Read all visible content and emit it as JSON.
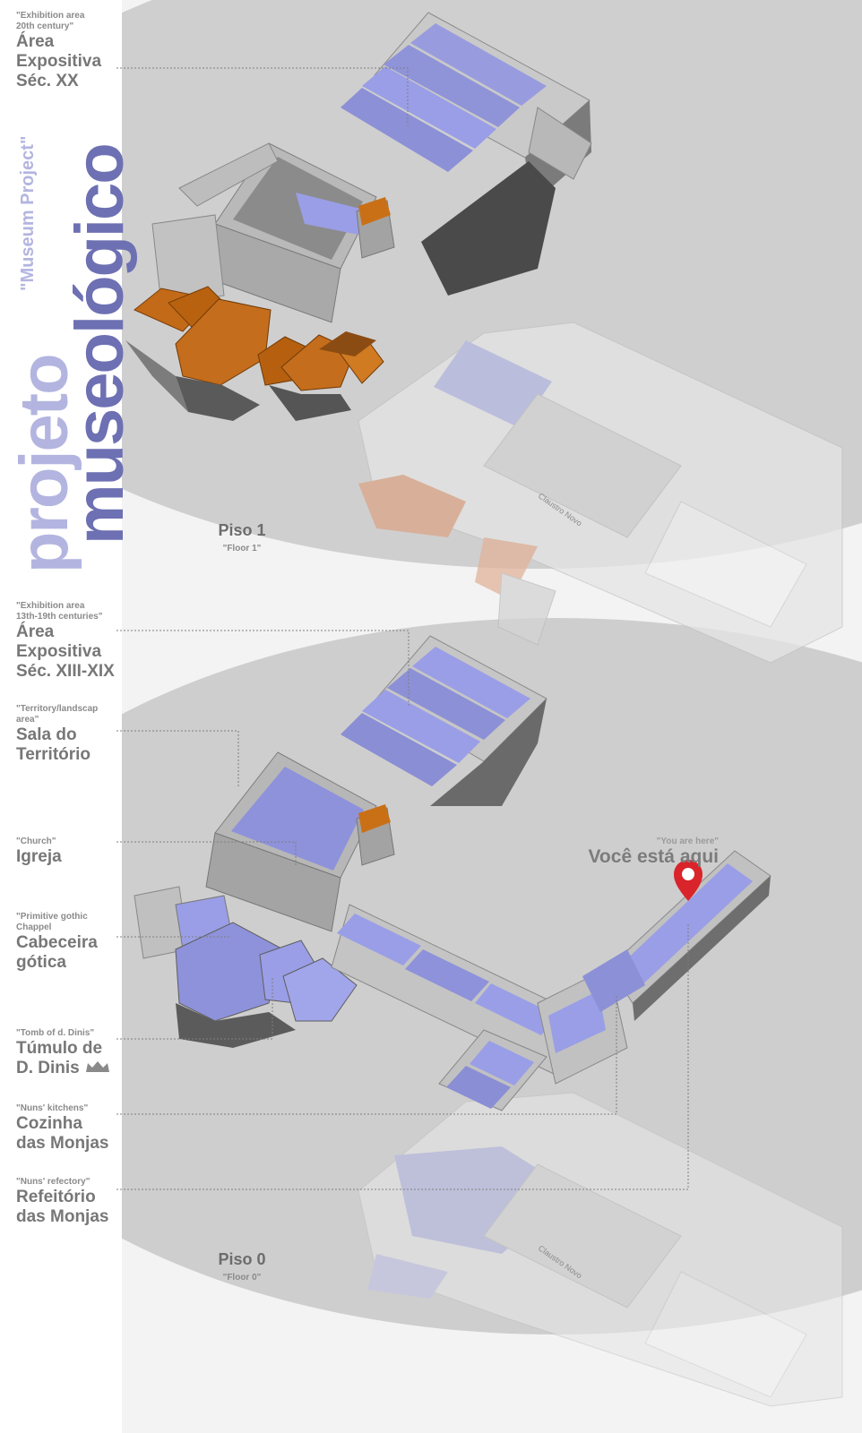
{
  "title": {
    "line1": "projeto",
    "line2": "museológico",
    "translation": "\"Museum Project\""
  },
  "labels": [
    {
      "id": "exhibition-20th",
      "en": "\"Exhibition area\n20th century\"",
      "pt": "Área\nExpositiva\nSéc. XX"
    },
    {
      "id": "exhibition-13-19",
      "en": "\"Exhibition area\n13th-19th centuries\"",
      "pt": "Área\nExpositiva\nSéc. XIII-XIX"
    },
    {
      "id": "territory",
      "en": "\"Territory/landscap\narea\"",
      "pt": "Sala do\nTerritório"
    },
    {
      "id": "church",
      "en": "\"Church\"",
      "pt": "Igreja"
    },
    {
      "id": "gothic-chapel",
      "en": "\"Primitive gothic\nChappel",
      "pt": "Cabeceira\ngótica"
    },
    {
      "id": "tomb",
      "en": "\"Tomb of d. Dinis\"",
      "pt": "Túmulo de\nD. Dinis"
    },
    {
      "id": "kitchens",
      "en": "\"Nuns' kitchens\"",
      "pt": "Cozinha\ndas Monjas"
    },
    {
      "id": "refectory",
      "en": "\"Nuns' refectory\"",
      "pt": "Refeitório\ndas Monjas"
    }
  ],
  "floors": [
    {
      "name": "Piso 1",
      "sub": "\"Floor 1\""
    },
    {
      "name": "Piso 0",
      "sub": "\"Floor 0\""
    }
  ],
  "you_are_here": {
    "en": "\"You are here\"",
    "pt": "Você está aqui"
  },
  "cloister_label": "Claustro Novo",
  "colors": {
    "accent": "#7073b8",
    "accent_light": "#b5b7e2",
    "room": "#9a9ee6",
    "roof": "#c26a18",
    "marker": "#d9242b"
  }
}
